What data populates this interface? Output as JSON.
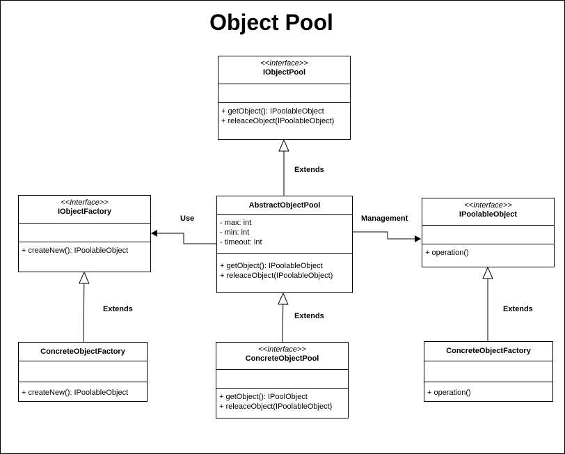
{
  "title": "Object Pool",
  "classes": {
    "iobject_pool": {
      "stereotype": "<<Interface>>",
      "name": "IObjectPool",
      "attributes": [],
      "methods": [
        "+ getObject(): IPoolableObject",
        "+ releaceObject(IPoolableObject)"
      ]
    },
    "abstract_object_pool": {
      "stereotype": "",
      "name": "AbstractObjectPool",
      "attributes": [
        "- max: int",
        "- min: int",
        "- timeout: int"
      ],
      "methods": [
        "+ getObject(): IPoolableObject",
        "+ releaceObject(IPoolableObject)"
      ]
    },
    "iobject_factory": {
      "stereotype": "<<Interface>>",
      "name": "IObjectFactory",
      "attributes": [],
      "methods": [
        "+ createNew(): IPoolableObject"
      ]
    },
    "ipoolable_object": {
      "stereotype": "<<Interface>>",
      "name": "IPoolableObject",
      "attributes": [],
      "methods": [
        "+ operation()"
      ]
    },
    "concrete_object_factory": {
      "stereotype": "",
      "name": "ConcreteObjectFactory",
      "attributes": [],
      "methods": [
        "+ createNew(): IPoolableObject"
      ]
    },
    "concrete_object_pool": {
      "stereotype": "<<Interface>>",
      "name": "ConcreteObjectPool",
      "attributes": [],
      "methods": [
        "+ getObject(): IPoolObject",
        "+ releaceObject(IPoolableObject)"
      ]
    },
    "concrete_poolable": {
      "stereotype": "",
      "name": "ConcreteObjectFactory",
      "attributes": [],
      "methods": [
        "+ operation()"
      ]
    }
  },
  "edge_labels": {
    "extends_pool": "Extends",
    "use": "Use",
    "management": "Management",
    "extends_factory": "Extends",
    "extends_concrete_pool": "Extends",
    "extends_poolable": "Extends"
  }
}
